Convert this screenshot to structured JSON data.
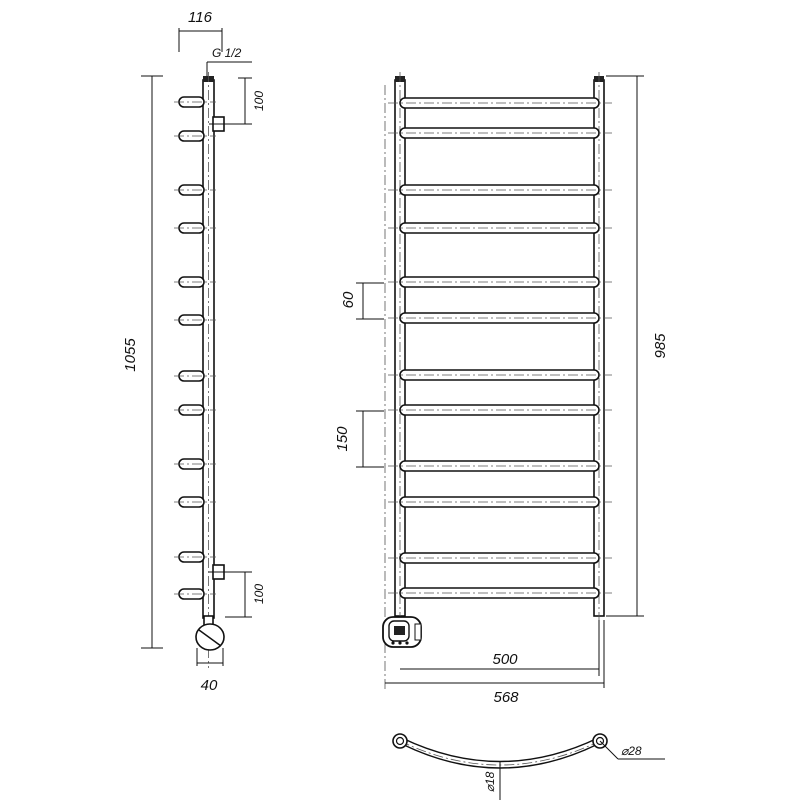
{
  "dimensions": {
    "depth": "116",
    "thread": "G 1/2",
    "connection_top": "100",
    "connection_bottom": "100",
    "overall_height": "1055",
    "heater_width": "40",
    "rung_spacing_small": "60",
    "rung_spacing_large": "150",
    "rail_height": "985",
    "centre_distance": "500",
    "overall_width": "568",
    "rail_diameter": "⌀28",
    "rung_diameter": "⌀18"
  },
  "colors": {
    "line": "#111111",
    "centerline": "#555555",
    "background": "#ffffff"
  }
}
